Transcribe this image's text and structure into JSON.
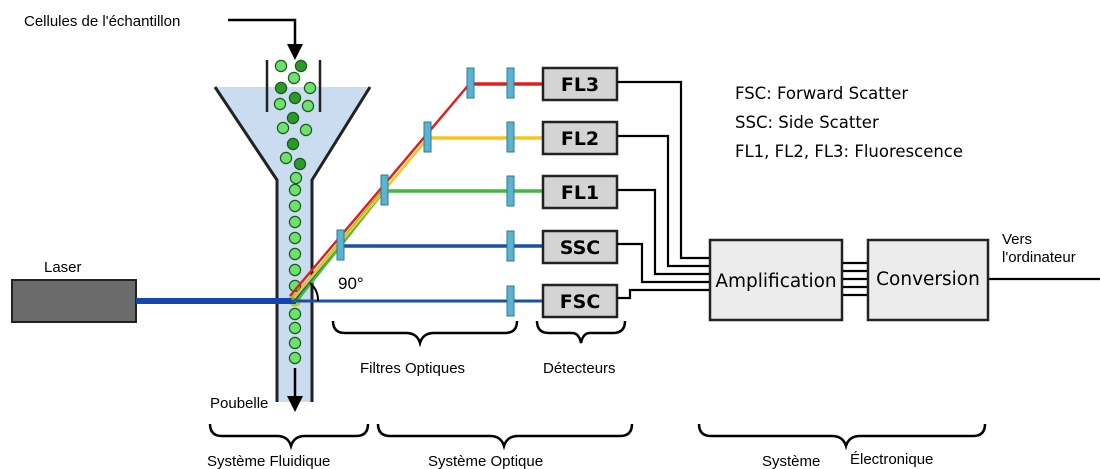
{
  "labels": {
    "sample_cells": "Cellules de l'échantillon",
    "laser": "Laser",
    "waste": "Poubelle",
    "angle": "90°",
    "to_computer_line1": "Vers",
    "to_computer_line2": "l'ordinateur"
  },
  "detectors": [
    "FL3",
    "FL2",
    "FL1",
    "SSC",
    "FSC"
  ],
  "processing": {
    "amplification": "Amplification",
    "conversion": "Conversion"
  },
  "legend": [
    "FSC: Forward Scatter",
    "SSC: Side Scatter",
    "FL1, FL2, FL3: Fluorescence"
  ],
  "groups": {
    "optical_filters": "Filtres Optiques",
    "detectors": "Détecteurs",
    "fluidic_system": "Système Fluidique",
    "optical_system": "Système Optique",
    "electronic_system_1": "Système",
    "electronic_system_2": "Électronique"
  },
  "colors": {
    "fl3_beam": "#e0201c",
    "fl2_beam": "#f5c518",
    "fl1_beam": "#3dbb3d",
    "ssc_beam": "#1a4fa8",
    "laser_beam": "#1346b0",
    "filter": "#5ab4d0",
    "detector_fill": "#d4d4d4",
    "box_fill": "#ececec",
    "laser_body": "#6b6b6b",
    "fluid": "#c9dcf0",
    "cell_light": "#6ee06e",
    "cell_dark": "#2a9a2a"
  }
}
